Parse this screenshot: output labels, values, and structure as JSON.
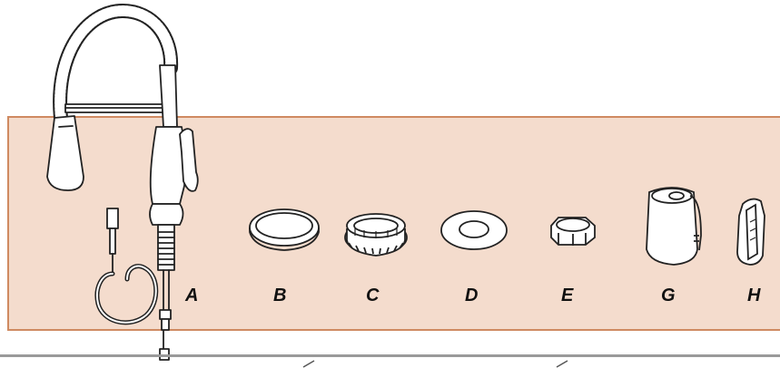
{
  "labels": {
    "a": "A",
    "b": "B",
    "c": "C",
    "d": "D",
    "e": "E",
    "g": "G",
    "h": "H"
  },
  "colors": {
    "panel_fill": "#f4dccd",
    "panel_border": "#cf8a61",
    "line": "#222222"
  }
}
